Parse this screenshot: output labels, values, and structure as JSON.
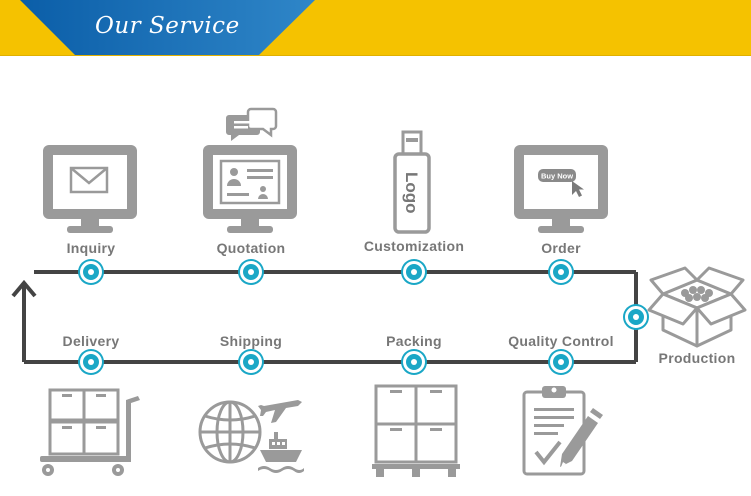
{
  "header": {
    "title": "Our Service",
    "colors": {
      "yellow": "#f5c200",
      "blue": "#1d6fb3"
    }
  },
  "flow": {
    "line_color": "#444444",
    "node_color": "#1aa7c6",
    "top_steps": [
      {
        "label": "Inquiry",
        "icon": "monitor-mail-icon"
      },
      {
        "label": "Quotation",
        "icon": "monitor-quotation-icon"
      },
      {
        "label": "Customization",
        "icon": "usb-logo-icon"
      },
      {
        "label": "Order",
        "icon": "monitor-buy-now-icon"
      }
    ],
    "side_step": {
      "label": "Production",
      "icon": "box-icon"
    },
    "bottom_steps": [
      {
        "label": "Delivery",
        "icon": "cart-boxes-icon"
      },
      {
        "label": "Shipping",
        "icon": "globe-plane-ship-icon"
      },
      {
        "label": "Packing",
        "icon": "pallet-boxes-icon"
      },
      {
        "label": "Quality Control",
        "icon": "clipboard-check-icon"
      }
    ]
  },
  "icon_text": {
    "usb_logo": "Logo",
    "buy_now": "Buy Now"
  }
}
